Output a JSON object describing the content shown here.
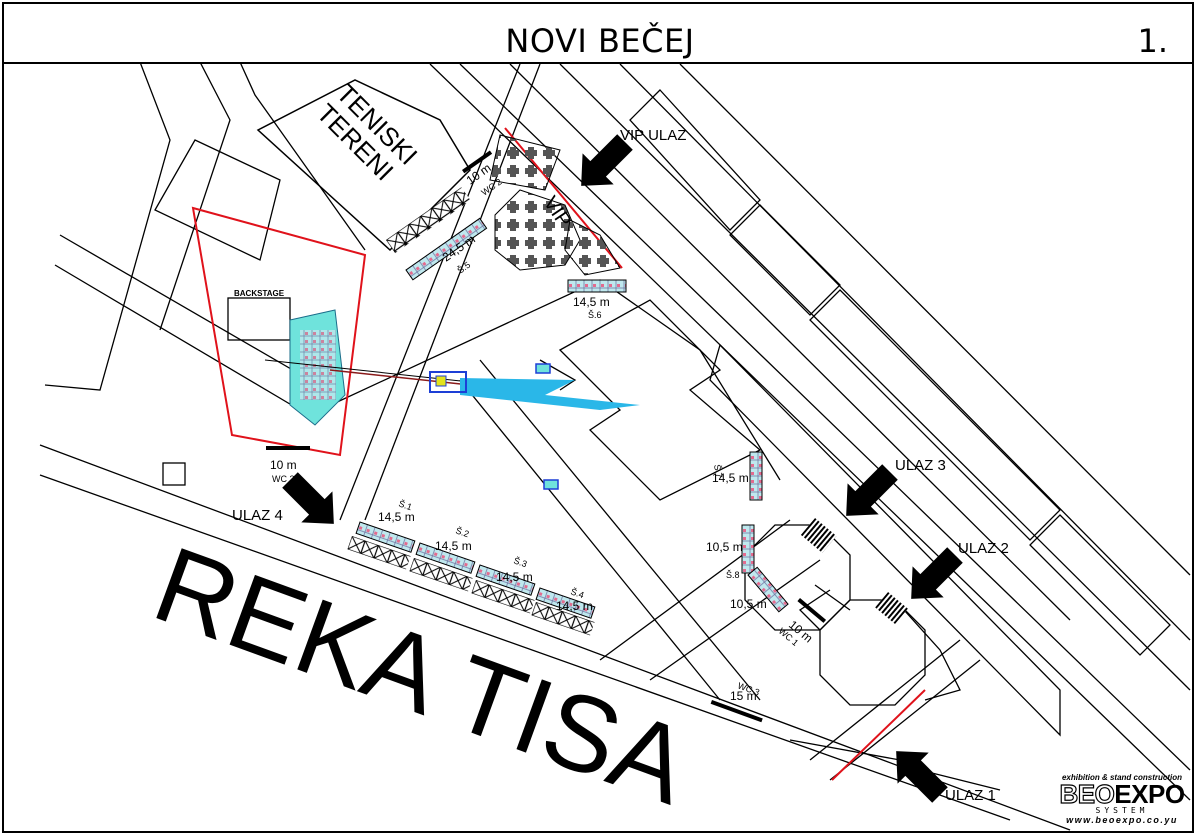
{
  "header": {
    "title": "NOVI BEČEJ",
    "page_number": "1."
  },
  "areas": {
    "tennis": "TENISKI\nTERENI",
    "vip": "VIP",
    "backstage": "BACKSTAGE",
    "river": "REKA TISA"
  },
  "entrances": {
    "vip": "VIP ULAZ",
    "ulaz1": "ULAZ 1",
    "ulaz2": "ULAZ 2",
    "ulaz3": "ULAZ 3",
    "ulaz4": "ULAZ 4"
  },
  "stands": [
    {
      "code": "Š.1",
      "length": "14,5 m"
    },
    {
      "code": "Š.2",
      "length": "14,5 m"
    },
    {
      "code": "Š.3",
      "length": "14,5 m"
    },
    {
      "code": "Š.4",
      "length": "14,5 m"
    },
    {
      "code": "Š.5",
      "length": "24,5 m"
    },
    {
      "code": "Š.6",
      "length": "14,5 m"
    },
    {
      "code": "Š.7",
      "length": "14,5 m"
    },
    {
      "code": "Š.8",
      "length": "10,5 m"
    }
  ],
  "stand8_second": "10,5 m",
  "toilets": [
    {
      "code": "WC 1",
      "length": "10 m"
    },
    {
      "code": "WC 2",
      "length": "10 m"
    },
    {
      "code": "WC 2",
      "length": "10 m"
    },
    {
      "code": "WC 3",
      "length": "15 m"
    }
  ],
  "logo": {
    "tagline": "exhibition & stand construction",
    "brand_a": "BEO",
    "brand_b": "EXPO",
    "system": "SYSTEM",
    "url": "www.beoexpo.co.yu"
  },
  "colors": {
    "boundary": "#e0121b",
    "stage": "#2ab7e8",
    "stand_fill": "#6fe3dc",
    "blue_box": "#1d3fd6"
  }
}
